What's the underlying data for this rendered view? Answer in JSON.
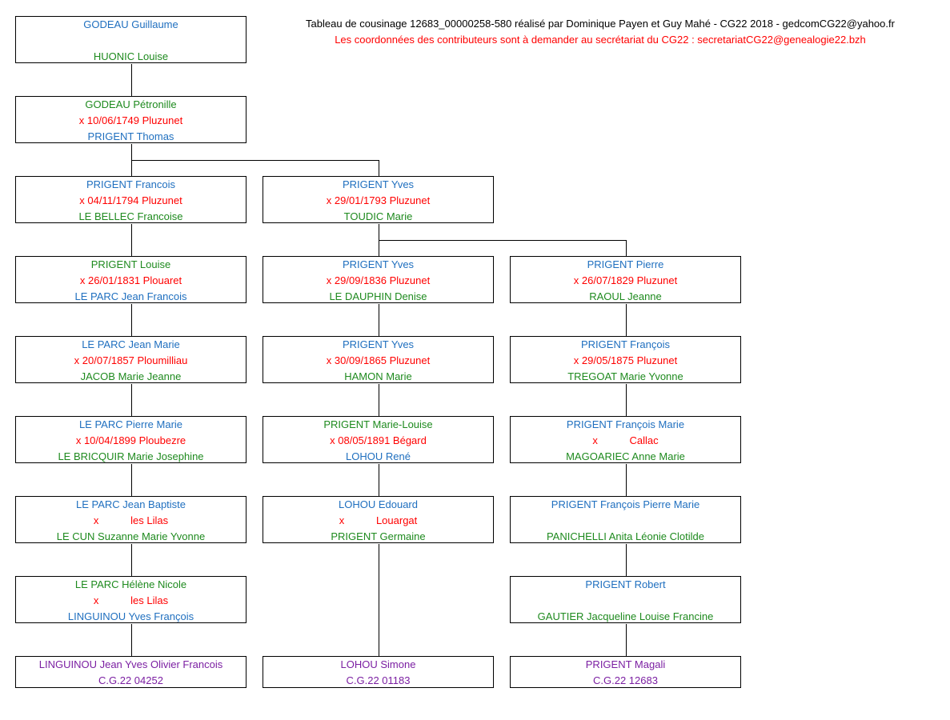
{
  "header": {
    "line1": "Tableau de cousinage 12683_00000258-580 réalisé par Dominique Payen et Guy Mahé - CG22 2018 - gedcomCG22@yahoo.fr",
    "line2": "Les coordonnées des contributeurs sont à demander au secrétariat du CG22 :  secretariatCG22@genealogie22.bzh"
  },
  "boxes": {
    "b0_0": {
      "p1": "GODEAU Guillaume",
      "p2": "HUONIC Louise"
    },
    "b0_1": {
      "p1": "GODEAU Pétronille",
      "m": "x 10/06/1749 Pluzunet",
      "p2": "PRIGENT Thomas"
    },
    "b0_2": {
      "p1": "PRIGENT Francois",
      "m": "x 04/11/1794 Pluzunet",
      "p2": "LE BELLEC Francoise"
    },
    "b1_2": {
      "p1": "PRIGENT Yves",
      "m": "x 29/01/1793 Pluzunet",
      "p2": "TOUDIC Marie"
    },
    "b0_3": {
      "p1": "PRIGENT Louise",
      "m": "x 26/01/1831 Plouaret",
      "p2": "LE PARC Jean Francois"
    },
    "b1_3": {
      "p1": "PRIGENT Yves",
      "m": "x 29/09/1836 Pluzunet",
      "p2": "LE DAUPHIN Denise"
    },
    "b2_3": {
      "p1": "PRIGENT Pierre",
      "m": "x 26/07/1829 Pluzunet",
      "p2": "RAOUL Jeanne"
    },
    "b0_4": {
      "p1": "LE PARC Jean Marie",
      "m": "x 20/07/1857 Ploumilliau",
      "p2": "JACOB Marie Jeanne"
    },
    "b1_4": {
      "p1": "PRIGENT Yves",
      "m": "x 30/09/1865 Pluzunet",
      "p2": "HAMON Marie"
    },
    "b2_4": {
      "p1": "PRIGENT François",
      "m": "x 29/05/1875 Pluzunet",
      "p2": "TREGOAT Marie Yvonne"
    },
    "b0_5": {
      "p1": "LE PARC Pierre Marie",
      "m": "x 10/04/1899 Ploubezre",
      "p2": "LE BRICQUIR Marie Josephine"
    },
    "b1_5": {
      "p1": "PRIGENT Marie-Louise",
      "m": "x 08/05/1891 Bégard",
      "p2": "LOHOU René"
    },
    "b2_5": {
      "p1": "PRIGENT François Marie",
      "m": "x           Callac",
      "p2": "MAGOARIEC Anne Marie"
    },
    "b0_6": {
      "p1": "LE PARC Jean Baptiste",
      "m": "x           les Lilas",
      "p2": "LE CUN Suzanne Marie Yvonne"
    },
    "b1_6": {
      "p1": "LOHOU Edouard",
      "m": "x           Louargat",
      "p2": "PRIGENT Germaine"
    },
    "b2_6": {
      "p1": "PRIGENT François Pierre Marie",
      "p2": "PANICHELLI Anita Léonie Clotilde"
    },
    "b0_7": {
      "p1": "LE PARC Hélène Nicole",
      "m": "x           les Lilas",
      "p2": "LINGUINOU Yves François"
    },
    "b2_7": {
      "p1": "PRIGENT Robert",
      "p2": "GAUTIER Jacqueline Louise Francine"
    },
    "b0_8": {
      "p1": "LINGUINOU Jean Yves Olivier Francois",
      "code": "C.G.22 04252"
    },
    "b1_8": {
      "p1": "LOHOU Simone",
      "code": "C.G.22 01183"
    },
    "b2_8": {
      "p1": "PRIGENT Magali",
      "code": "C.G.22 12683"
    }
  },
  "colors": {
    "blue": "#1f6fbf",
    "green": "#1e8a1e",
    "red": "#ff0000",
    "purple": "#7b1fa2"
  }
}
